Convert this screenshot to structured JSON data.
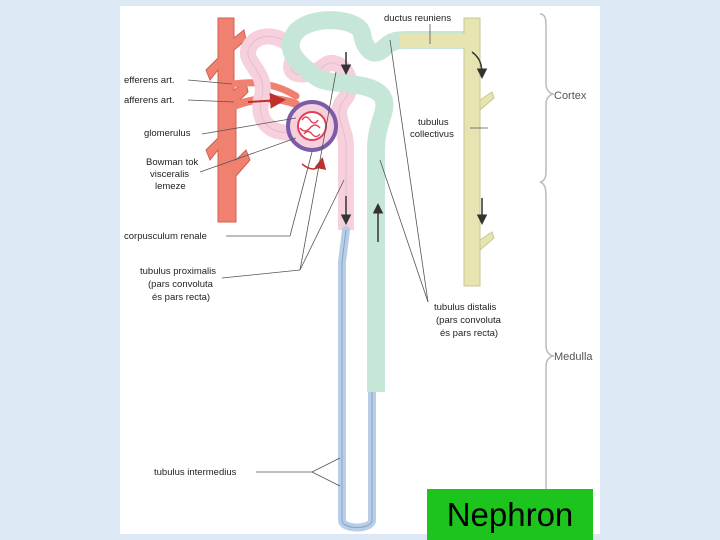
{
  "slide": {
    "title": "Nephron"
  },
  "diagram": {
    "labels": {
      "ductus_reuniens": "ductus reuniens",
      "efferens_art": "efferens art.",
      "afferens_art": "afferens art.",
      "tubulus_collectivus_1": "tubulus",
      "tubulus_collectivus_2": "collectivus",
      "glomerulus": "glomerulus",
      "bowman_1": "Bowman tok",
      "bowman_2": "visceralis",
      "bowman_3": "lemeze",
      "corpusculum": "corpusculum renale",
      "proximalis_1": "tubulus proximalis",
      "proximalis_2": "(pars convoluta",
      "proximalis_3": "és pars recta)",
      "distalis_1": "tubulus distalis",
      "distalis_2": "(pars convoluta",
      "distalis_3": "és pars recta)",
      "intermedius": "tubulus intermedius"
    },
    "zones": {
      "cortex": "Cortex",
      "medulla": "Medulla"
    },
    "colors": {
      "artery": "#f08070",
      "proximal_tubule": "#f6d0dc",
      "distal_tubule": "#c6e6d8",
      "collecting_duct": "#e6e4b0",
      "thin_limb": "#b8cde8",
      "glomerulus": "#e0405a",
      "bowman_capsule": "#7a5ca8",
      "arrow": "#c0302a",
      "title_bg": "#1ec41e"
    }
  }
}
